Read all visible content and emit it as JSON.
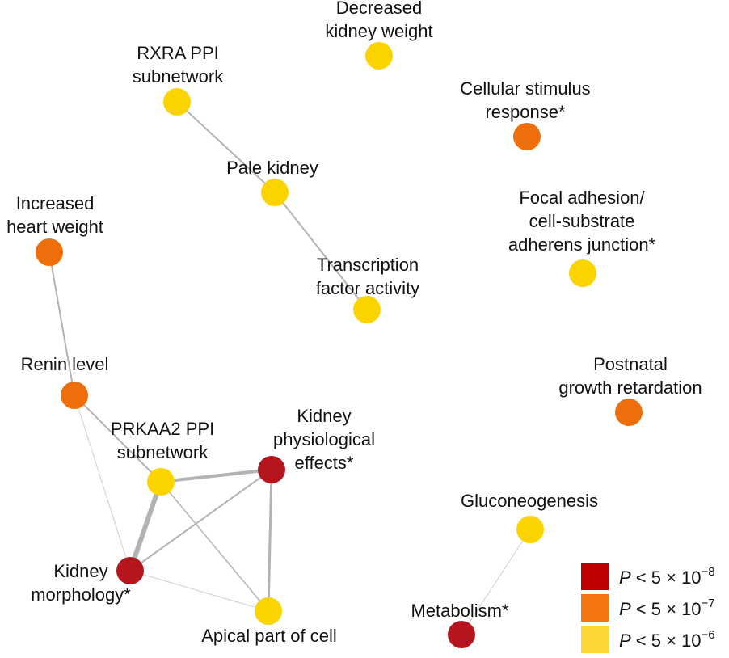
{
  "colors": {
    "level1": "#b5161e",
    "level2": "#ed6e0b",
    "level3": "#fbd400",
    "edge": "#b3b3b3",
    "legend1": "#c00000",
    "legend2": "#f5740e",
    "legend3": "#fdd835"
  },
  "nodes": [
    {
      "id": "decreased-kidney-weight",
      "lines": [
        "Decreased",
        "kidney weight"
      ],
      "level": 3
    },
    {
      "id": "rxra-ppi",
      "lines": [
        "RXRA PPI",
        "subnetwork"
      ],
      "level": 3
    },
    {
      "id": "cellular-stimulus",
      "lines": [
        "Cellular stimulus",
        "response*"
      ],
      "level": 2
    },
    {
      "id": "pale-kidney",
      "lines": [
        "Pale kidney"
      ],
      "level": 3
    },
    {
      "id": "increased-heart-weight",
      "lines": [
        "Increased",
        "heart weight"
      ],
      "level": 2
    },
    {
      "id": "focal-adhesion",
      "lines": [
        "Focal adhesion/",
        "cell-substrate",
        "adherens junction*"
      ],
      "level": 3
    },
    {
      "id": "transcription-factor",
      "lines": [
        "Transcription",
        "factor activity"
      ],
      "level": 3
    },
    {
      "id": "renin-level",
      "lines": [
        "Renin level"
      ],
      "level": 2
    },
    {
      "id": "postnatal-growth",
      "lines": [
        "Postnatal",
        "growth retardation"
      ],
      "level": 2
    },
    {
      "id": "prkaa2-ppi",
      "lines": [
        "PRKAA2 PPI",
        "subnetwork"
      ],
      "level": 3
    },
    {
      "id": "kidney-physiological",
      "lines": [
        "Kidney",
        "physiological",
        "effects*"
      ],
      "level": 1
    },
    {
      "id": "gluconeogenesis",
      "lines": [
        "Gluconeogenesis"
      ],
      "level": 3
    },
    {
      "id": "kidney-morphology",
      "lines": [
        "Kidney",
        "morphology*"
      ],
      "level": 1
    },
    {
      "id": "apical-part",
      "lines": [
        "Apical part of cell"
      ],
      "level": 3
    },
    {
      "id": "metabolism",
      "lines": [
        "Metabolism*"
      ],
      "level": 1
    }
  ],
  "edges": [
    {
      "from": "rxra-ppi",
      "to": "pale-kidney",
      "weight": 2
    },
    {
      "from": "pale-kidney",
      "to": "transcription-factor",
      "weight": 2
    },
    {
      "from": "increased-heart-weight",
      "to": "renin-level",
      "weight": 2
    },
    {
      "from": "renin-level",
      "to": "prkaa2-ppi",
      "weight": 2
    },
    {
      "from": "renin-level",
      "to": "kidney-morphology",
      "weight": 1
    },
    {
      "from": "prkaa2-ppi",
      "to": "kidney-physiological",
      "weight": 4
    },
    {
      "from": "prkaa2-ppi",
      "to": "kidney-morphology",
      "weight": 6
    },
    {
      "from": "prkaa2-ppi",
      "to": "apical-part",
      "weight": 1.5
    },
    {
      "from": "kidney-physiological",
      "to": "kidney-morphology",
      "weight": 2
    },
    {
      "from": "kidney-physiological",
      "to": "apical-part",
      "weight": 3
    },
    {
      "from": "kidney-morphology",
      "to": "apical-part",
      "weight": 1
    },
    {
      "from": "gluconeogenesis",
      "to": "metabolism",
      "weight": 1
    }
  ],
  "legend": [
    {
      "level": 1,
      "p": "P",
      "lt": " < 5 × 10",
      "exp": "−8"
    },
    {
      "level": 2,
      "p": "P",
      "lt": " < 5 × 10",
      "exp": "−7"
    },
    {
      "level": 3,
      "p": "P",
      "lt": " < 5 × 10",
      "exp": "−6"
    }
  ]
}
